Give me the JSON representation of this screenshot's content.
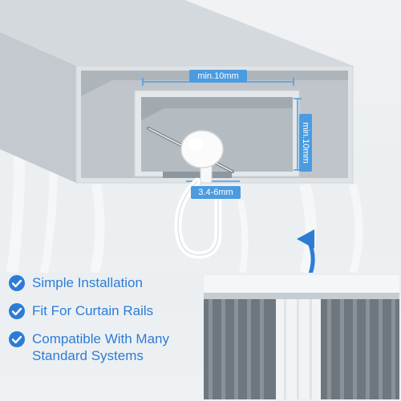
{
  "dimensions": {
    "top_width": "min.10mm",
    "side_height": "min.10mm",
    "slot_gap": "3.4-6mm"
  },
  "features": [
    {
      "label": "Simple Installation",
      "icon": "check-circle-icon"
    },
    {
      "label": "Fit For Curtain Rails",
      "icon": "check-circle-icon"
    },
    {
      "label": "Compatible With Many Standard Systems",
      "icon": "check-circle-icon"
    }
  ],
  "colors": {
    "accent": "#4b9be0",
    "text": "#2c7cd6",
    "rail": "#c9cfd4",
    "rail_inner": "#b3babf"
  },
  "icons": {
    "arrow": "curved-arrow-up-icon",
    "glider": "curtain-glider-hook-icon"
  }
}
